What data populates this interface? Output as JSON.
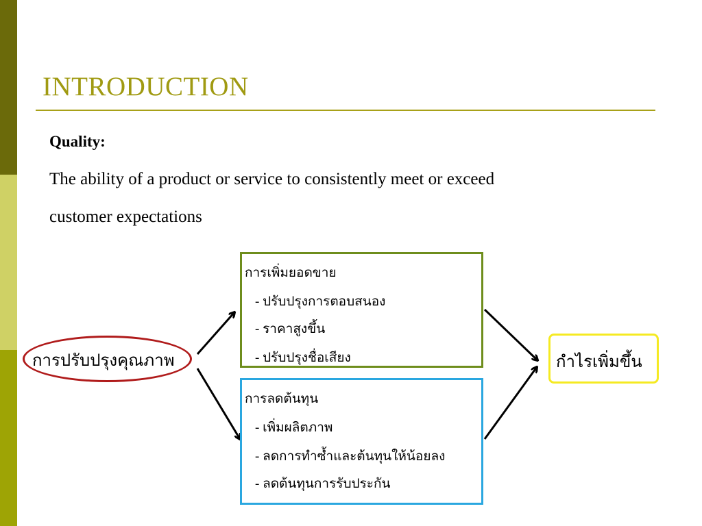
{
  "slide": {
    "title": "INTRODUCTION",
    "term": "Quality:",
    "definition_lines": [
      "The ability of a product or service to consistently meet or exceed",
      "customer expectations"
    ]
  },
  "diagram": {
    "source": "การปรับปรุงคุณภาพ",
    "upper_box": {
      "heading": "การเพิ่มยอดขาย",
      "items": [
        "- ปรับปรุงการตอบสนอง",
        "- ราคาสูงขึ้น",
        "- ปรับปรุงชื่อเสียง"
      ]
    },
    "lower_box": {
      "heading": "การลดต้นทุน",
      "items": [
        "- เพิ่มผลิตภาพ",
        "- ลดการทำซ้ำและต้นทุนให้น้อยลง",
        "- ลดต้นทุนการรับประกัน"
      ]
    },
    "result": "กำไรเพิ่มขึ้น"
  },
  "colors": {
    "title": "#a09a12",
    "sidebar_dark": "#6b6a0a",
    "sidebar_light": "#cfd165",
    "sidebar_mid": "#9ea405",
    "oval_border": "#b01b1b",
    "upper_box_border": "#6e8d1c",
    "lower_box_border": "#2aa7e0",
    "result_border": "#f5ea22"
  }
}
